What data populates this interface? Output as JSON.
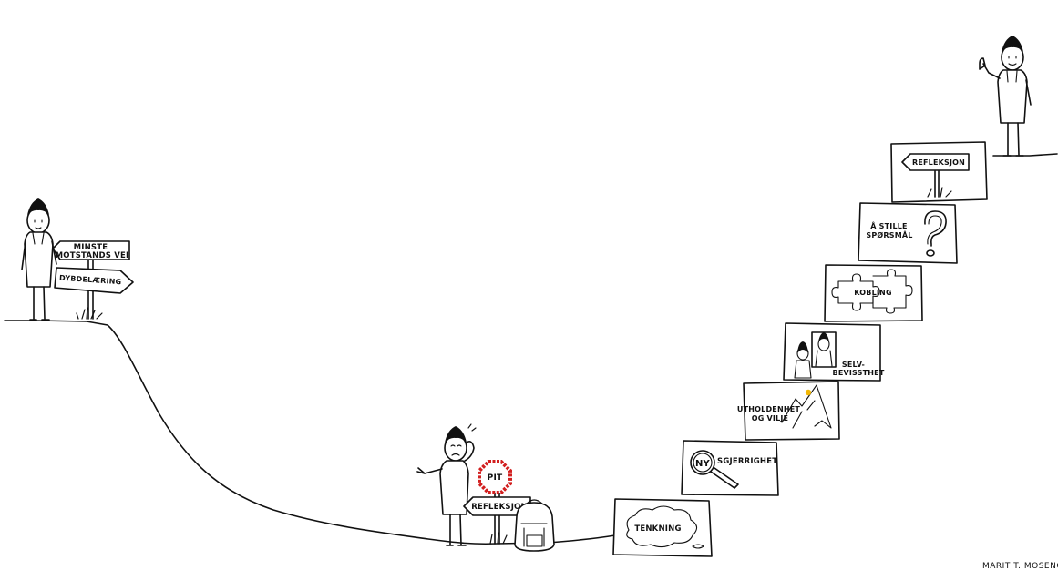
{
  "colors": {
    "ink": "#111111",
    "paper": "#ffffff",
    "pit_sign_red": "#d21f1f",
    "sun_yellow": "#f2b705"
  },
  "start": {
    "signs": {
      "top": [
        "MINSTE",
        "MOTSTANDS VEI"
      ],
      "bottom": "DYBDELÆRING"
    }
  },
  "pit": {
    "stop_sign": "PIT",
    "arrow_sign": "REFLEKSJON"
  },
  "steps": [
    {
      "lines": [
        "TENKNING"
      ],
      "icon": "cloud-icon"
    },
    {
      "lines": [
        "NYSGJERRIGHET"
      ],
      "badge": "NY",
      "rest": "SGJERRIGHET",
      "icon": "magnifier-icon"
    },
    {
      "lines": [
        "UTHOLDENHET",
        "OG VILJE"
      ],
      "icon": "mountain-icon"
    },
    {
      "lines": [
        "SELV-",
        "BEVISSTHET"
      ],
      "icon": "mirror-icon"
    },
    {
      "lines": [
        "KOBLING"
      ],
      "icon": "puzzle-icon"
    },
    {
      "lines": [
        "Å STILLE",
        "SPØRSMÅL"
      ],
      "icon": "question-mark-icon"
    },
    {
      "lines": [
        "REFLEKSJON"
      ],
      "icon": "signpost-icon"
    }
  ],
  "signature": "MARIT T. MOSENG"
}
